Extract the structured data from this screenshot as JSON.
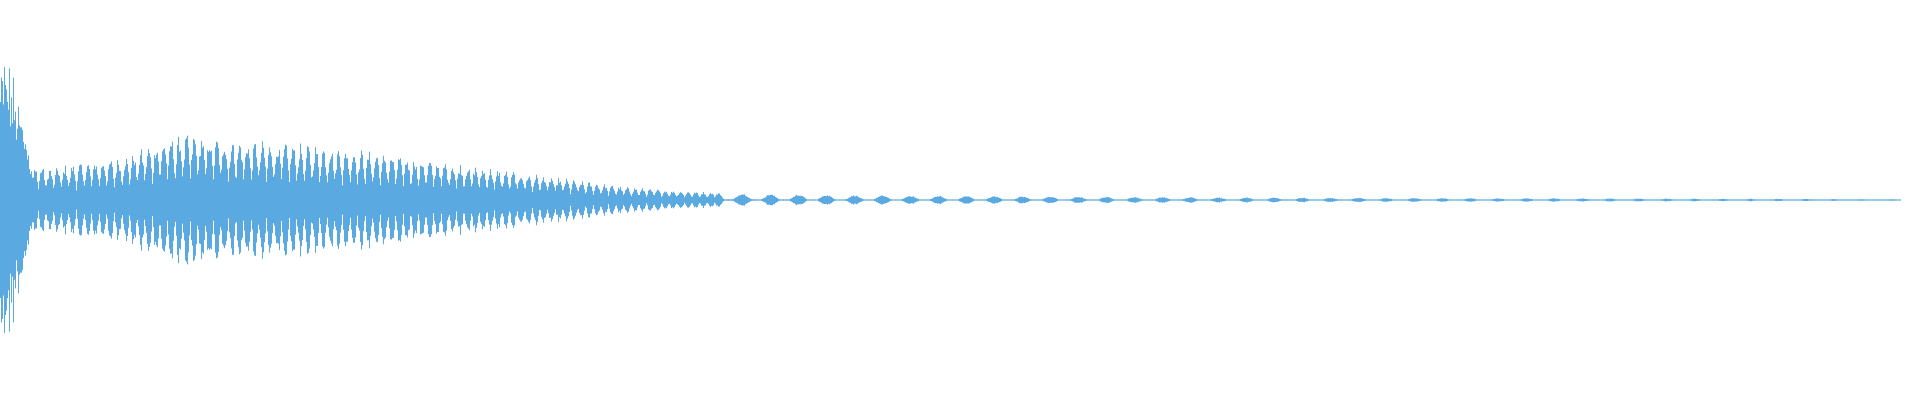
{
  "waveform": {
    "color": "#5AAAE1",
    "background": "#FFFFFF",
    "envelope": [
      [
        0.0,
        0.88
      ],
      [
        0.002,
        1.0
      ],
      [
        0.006,
        0.86
      ],
      [
        0.012,
        0.55
      ],
      [
        0.017,
        0.24
      ],
      [
        0.025,
        0.2
      ],
      [
        0.045,
        0.24
      ],
      [
        0.065,
        0.27
      ],
      [
        0.085,
        0.38
      ],
      [
        0.1,
        0.42
      ],
      [
        0.12,
        0.38
      ],
      [
        0.15,
        0.36
      ],
      [
        0.18,
        0.33
      ],
      [
        0.21,
        0.28
      ],
      [
        0.24,
        0.23
      ],
      [
        0.27,
        0.18
      ],
      [
        0.3,
        0.13
      ],
      [
        0.33,
        0.08
      ],
      [
        0.36,
        0.055
      ],
      [
        0.4,
        0.038
      ],
      [
        0.45,
        0.03
      ],
      [
        0.5,
        0.026
      ],
      [
        0.55,
        0.022
      ],
      [
        0.6,
        0.019
      ],
      [
        0.65,
        0.016
      ],
      [
        0.7,
        0.014
      ],
      [
        0.75,
        0.012
      ],
      [
        0.8,
        0.011
      ],
      [
        0.85,
        0.01
      ],
      [
        0.9,
        0.008
      ],
      [
        0.95,
        0.007
      ],
      [
        1.0,
        0.005
      ]
    ]
  }
}
